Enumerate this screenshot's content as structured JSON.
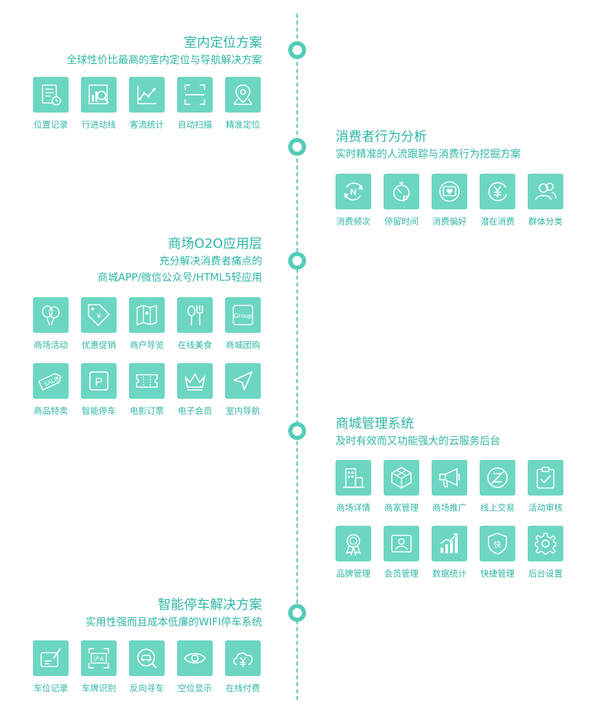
{
  "colors": {
    "accent": "#52ccb8",
    "tile": "#6cd6c2",
    "text": "#2fb6a6"
  },
  "sections": [
    {
      "title": "室内定位方案",
      "subtitles": [
        "全球性价比最高的室内定位与导航解决方案"
      ],
      "rows": [
        [
          {
            "label": "位置记录",
            "icon": "record-icon"
          },
          {
            "label": "行进动线",
            "icon": "path-chart-icon"
          },
          {
            "label": "客流统计",
            "icon": "line-chart-icon"
          },
          {
            "label": "自动扫描",
            "icon": "scan-icon"
          },
          {
            "label": "精准定位",
            "icon": "map-pin-icon"
          }
        ]
      ]
    },
    {
      "title": "消费者行为分析",
      "subtitles": [
        "实时精准的人流跟踪与消费行为挖掘方案"
      ],
      "rows": [
        [
          {
            "label": "消费频次",
            "icon": "frequency-icon"
          },
          {
            "label": "停留时间",
            "icon": "stopwatch-icon"
          },
          {
            "label": "消费偏好",
            "icon": "heart-card-icon"
          },
          {
            "label": "潜在消费",
            "icon": "yen-coin-icon"
          },
          {
            "label": "群体分类",
            "icon": "users-icon"
          }
        ]
      ]
    },
    {
      "title": "商场O2O应用层",
      "subtitles": [
        "充分解决消费者痛点的",
        "商城APP/微信公众号/HTML5轻应用"
      ],
      "rows": [
        [
          {
            "label": "商场活动",
            "icon": "balloon-icon"
          },
          {
            "label": "优惠促销",
            "icon": "price-tag-icon"
          },
          {
            "label": "商户导览",
            "icon": "map-icon"
          },
          {
            "label": "在线美食",
            "icon": "cutlery-icon"
          },
          {
            "label": "商城团购",
            "icon": "group-icon",
            "text": "Group"
          }
        ],
        [
          {
            "label": "商品特卖",
            "icon": "sale-tag-icon",
            "text": "SALE"
          },
          {
            "label": "智能停车",
            "icon": "parking-icon",
            "text": "P"
          },
          {
            "label": "电影订票",
            "icon": "ticket-icon"
          },
          {
            "label": "电子会员",
            "icon": "crown-icon"
          },
          {
            "label": "室内导航",
            "icon": "navigation-arrow-icon"
          }
        ]
      ]
    },
    {
      "title": "商城管理系统",
      "subtitles": [
        "及时有效而又功能强大的云服务后台"
      ],
      "rows": [
        [
          {
            "label": "商场详情",
            "icon": "building-icon"
          },
          {
            "label": "商家管理",
            "icon": "cube-icon"
          },
          {
            "label": "商场推广",
            "icon": "megaphone-icon"
          },
          {
            "label": "线上交易",
            "icon": "transaction-icon"
          },
          {
            "label": "活动审核",
            "icon": "clipboard-check-icon"
          }
        ],
        [
          {
            "label": "品牌管理",
            "icon": "badge-icon"
          },
          {
            "label": "会员管理",
            "icon": "member-card-icon"
          },
          {
            "label": "数据统计",
            "icon": "bar-chart-icon"
          },
          {
            "label": "快捷管理",
            "icon": "shield-icon",
            "text": "快"
          },
          {
            "label": "后台设置",
            "icon": "gear-icon"
          }
        ]
      ]
    },
    {
      "title": "智能停车解决方案",
      "subtitles": [
        "实用性强而且成本低廉的WIFI停车系统"
      ],
      "rows": [
        [
          {
            "label": "车位记录",
            "icon": "note-edit-icon"
          },
          {
            "label": "车牌识别",
            "icon": "plate-scan-icon",
            "text": "沪A"
          },
          {
            "label": "反向寻车",
            "icon": "car-search-icon"
          },
          {
            "label": "空位显示",
            "icon": "eye-icon"
          },
          {
            "label": "在线付费",
            "icon": "cloud-pay-icon"
          }
        ]
      ]
    }
  ]
}
